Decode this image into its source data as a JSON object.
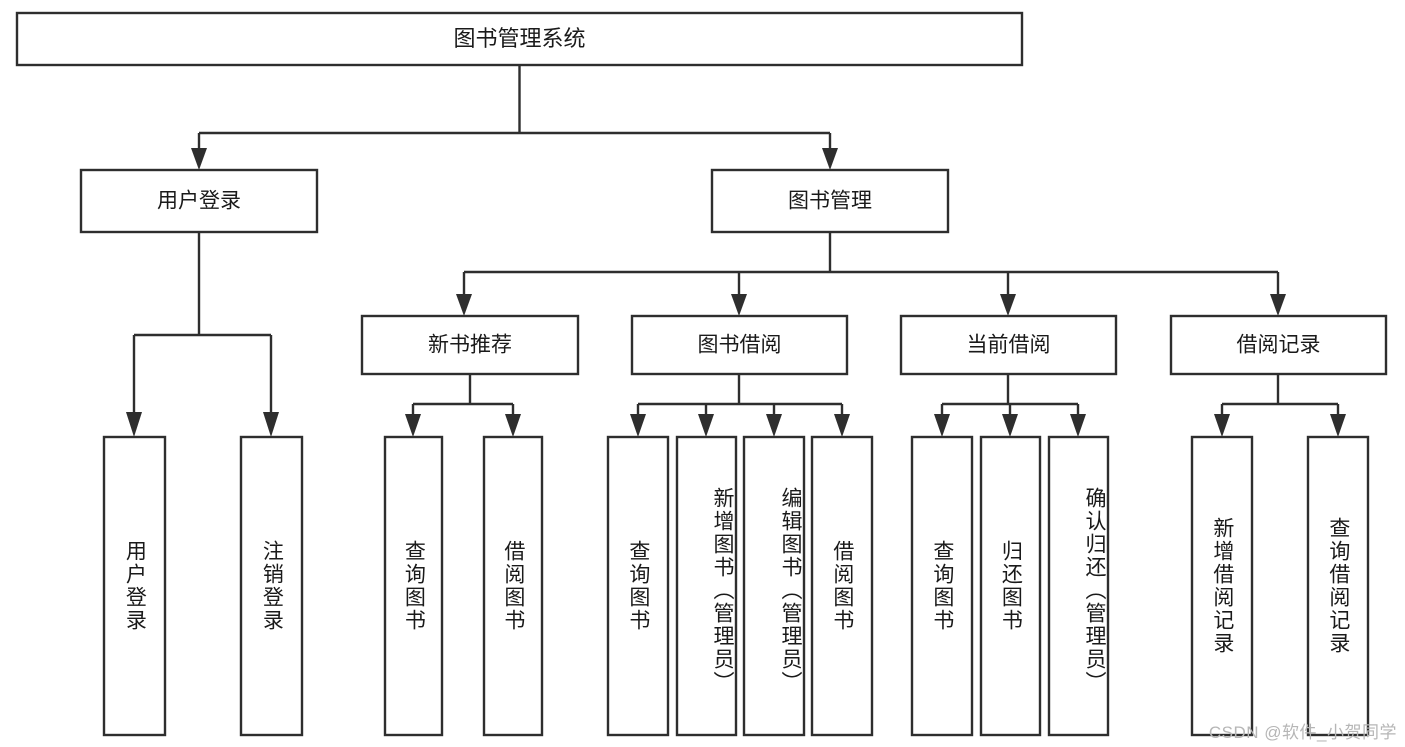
{
  "diagram": {
    "title": "图书管理系统",
    "type": "hierarchy-tree",
    "watermark": "CSDN @软件_小贺同学",
    "colors": {
      "box_fill": "#ffffff",
      "box_stroke": "#2e2e2e",
      "text": "#1a1a1a",
      "watermark": "#b6b6b6",
      "background": "#ffffff"
    },
    "levels": [
      {
        "level": 1,
        "nodes": [
          {
            "id": "root",
            "label": "图书管理系统",
            "orientation": "horizontal"
          }
        ]
      },
      {
        "level": 2,
        "nodes": [
          {
            "id": "user-login",
            "label": "用户登录",
            "orientation": "horizontal",
            "parent": "root"
          },
          {
            "id": "book-manage",
            "label": "图书管理",
            "orientation": "horizontal",
            "parent": "root"
          }
        ]
      },
      {
        "level": 3,
        "nodes": [
          {
            "id": "new-book-rec",
            "label": "新书推荐",
            "orientation": "horizontal",
            "parent": "book-manage"
          },
          {
            "id": "book-borrow",
            "label": "图书借阅",
            "orientation": "horizontal",
            "parent": "book-manage"
          },
          {
            "id": "current-borrow",
            "label": "当前借阅",
            "orientation": "horizontal",
            "parent": "book-manage"
          },
          {
            "id": "borrow-record",
            "label": "借阅记录",
            "orientation": "horizontal",
            "parent": "book-manage"
          }
        ]
      },
      {
        "level": 4,
        "nodes": [
          {
            "id": "leaf-user-login",
            "label": "用户登录",
            "orientation": "vertical",
            "parent": "user-login"
          },
          {
            "id": "leaf-logout",
            "label": "注销登录",
            "orientation": "vertical",
            "parent": "user-login"
          },
          {
            "id": "leaf-query-book-1",
            "label": "查询图书",
            "orientation": "vertical",
            "parent": "new-book-rec"
          },
          {
            "id": "leaf-borrow-book-1",
            "label": "借阅图书",
            "orientation": "vertical",
            "parent": "new-book-rec"
          },
          {
            "id": "leaf-query-book-2",
            "label": "查询图书",
            "orientation": "vertical",
            "parent": "book-borrow"
          },
          {
            "id": "leaf-add-book",
            "label": "新增图书（管理员）",
            "orientation": "vertical",
            "parent": "book-borrow"
          },
          {
            "id": "leaf-edit-book",
            "label": "编辑图书（管理员）",
            "orientation": "vertical",
            "parent": "book-borrow"
          },
          {
            "id": "leaf-borrow-book-2",
            "label": "借阅图书",
            "orientation": "vertical",
            "parent": "book-borrow"
          },
          {
            "id": "leaf-query-book-3",
            "label": "查询图书",
            "orientation": "vertical",
            "parent": "current-borrow"
          },
          {
            "id": "leaf-return-book",
            "label": "归还图书",
            "orientation": "vertical",
            "parent": "current-borrow"
          },
          {
            "id": "leaf-confirm-return",
            "label": "确认归还（管理员）",
            "orientation": "vertical",
            "parent": "current-borrow"
          },
          {
            "id": "leaf-add-record",
            "label": "新增借阅记录",
            "orientation": "vertical",
            "parent": "borrow-record"
          },
          {
            "id": "leaf-query-record",
            "label": "查询借阅记录",
            "orientation": "vertical",
            "parent": "borrow-record"
          }
        ]
      }
    ]
  }
}
